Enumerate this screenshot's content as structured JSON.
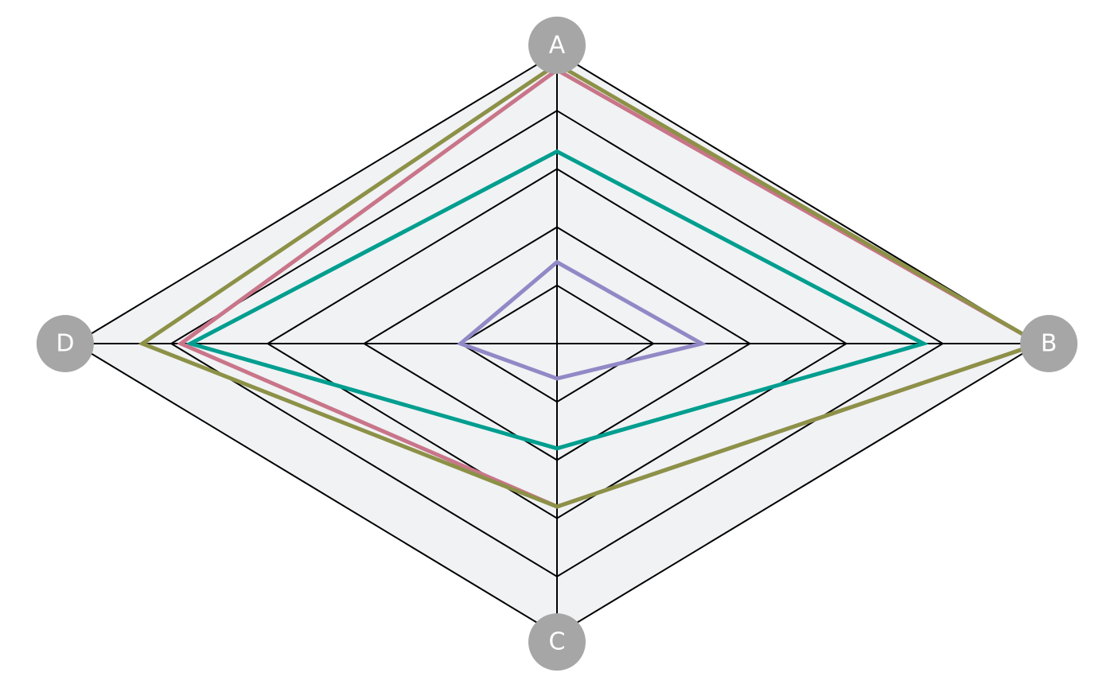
{
  "chart_data": {
    "type": "radar",
    "axes": [
      "A",
      "B",
      "C",
      "D"
    ],
    "rmax": 5,
    "rings": [
      1,
      2,
      3,
      4,
      5
    ],
    "grid": true,
    "legend": "none",
    "series": [
      {
        "color": "#9189c6",
        "values": [
          1.4,
          1.5,
          0.6,
          1.0
        ]
      },
      {
        "color": "#009e8f",
        "values": [
          3.3,
          3.8,
          1.8,
          3.8
        ]
      },
      {
        "color": "#c97589",
        "values": [
          4.7,
          5.0,
          2.8,
          3.9
        ]
      },
      {
        "color": "#8c9147",
        "values": [
          4.8,
          5.0,
          2.8,
          4.3
        ]
      }
    ],
    "colors": {
      "panel": "#f0f2f4",
      "grid": "#000000",
      "badge": "#a6a6a6",
      "badge_text": "#ffffff"
    }
  }
}
